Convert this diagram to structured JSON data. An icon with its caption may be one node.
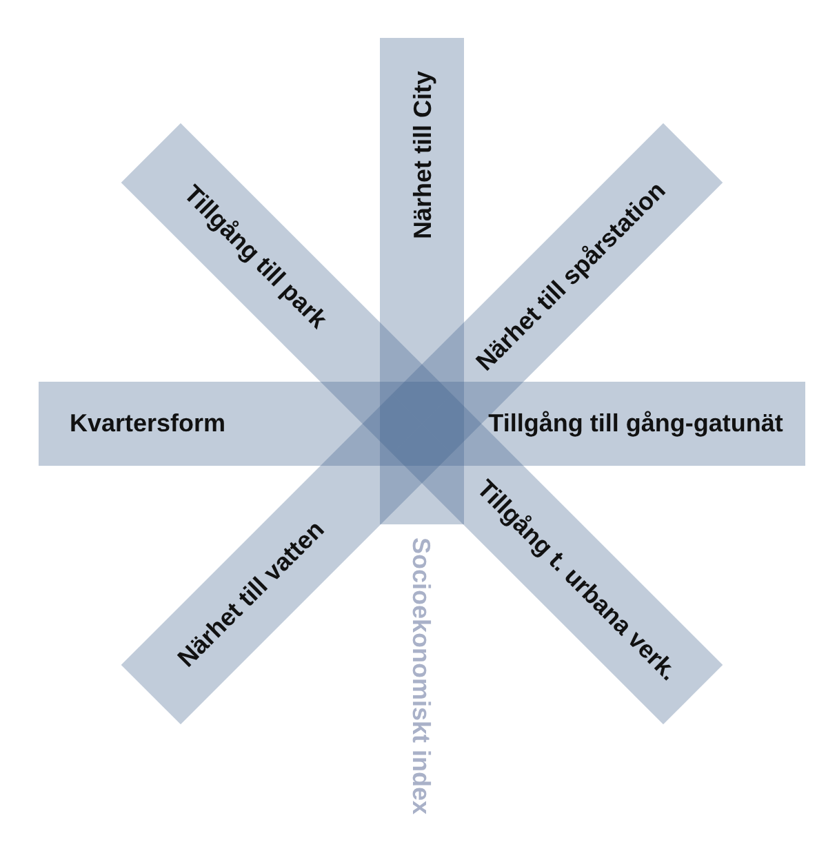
{
  "diagram": {
    "nodes": [
      {
        "text": [
          "Närhet till City"
        ]
      },
      {
        "text": [
          "Tillgång till park"
        ]
      },
      {
        "text": [
          "Närhet till spårstation"
        ]
      },
      {
        "text": [
          "Kvartersform"
        ]
      },
      {
        "text": [
          "Tillgång till gång-gatunät"
        ]
      },
      {
        "text": [
          "Närhet till vatten"
        ]
      },
      {
        "text": [],
        "shape": "bar",
        "beside": [
          "Socioekonomiskt index"
        ]
      },
      {
        "text": [
          "Tillgång t. urbana verk."
        ]
      }
    ]
  }
}
